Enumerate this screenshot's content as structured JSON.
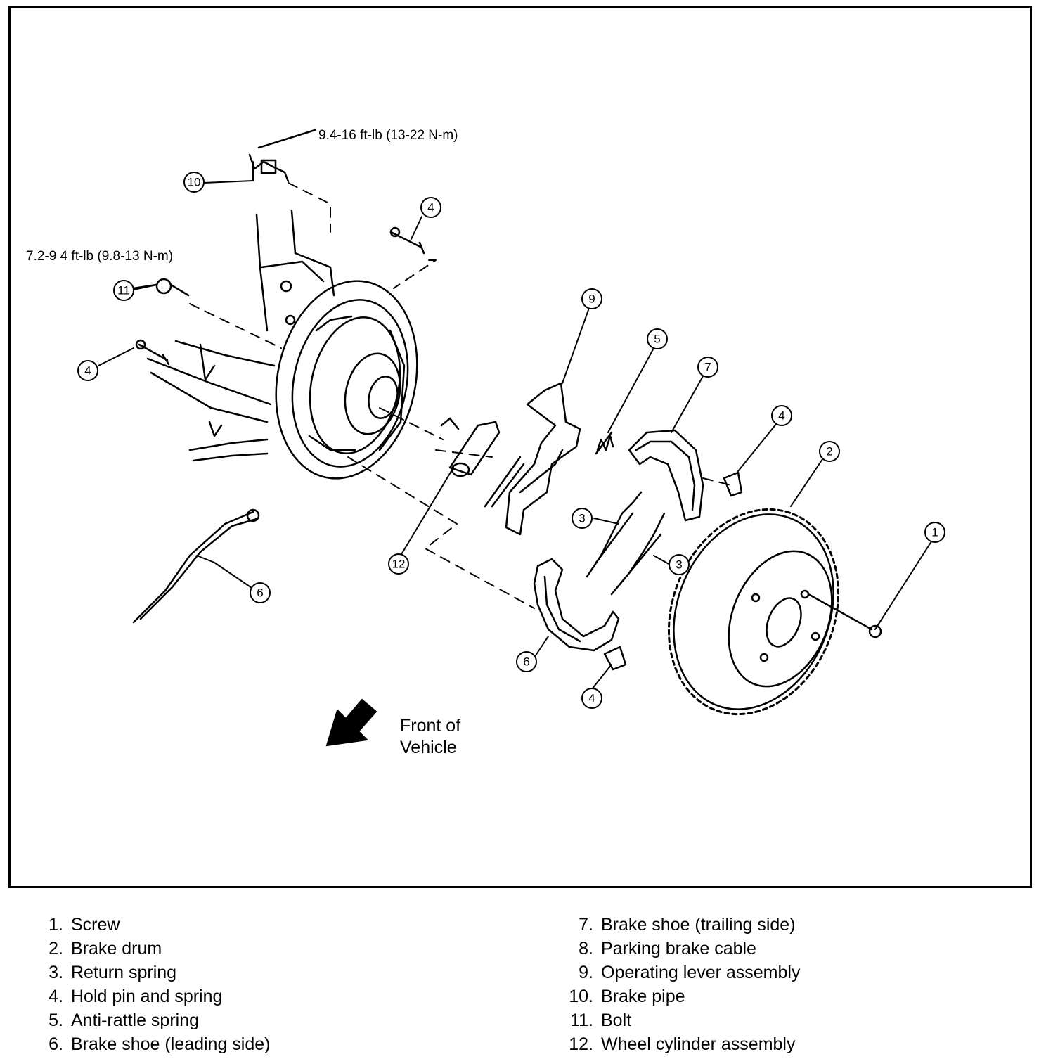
{
  "torque_specs": {
    "brake_pipe": "9.4-16 ft-lb (13-22 N-m)",
    "bolt": "7.2-9 4 ft-lb (9.8-13 N-m)"
  },
  "front_label": [
    "Front of",
    "Vehicle"
  ],
  "callouts": {
    "c1": "1",
    "c2": "2",
    "c3a": "3",
    "c3b": "3",
    "c4a": "4",
    "c4b": "4",
    "c4c": "4",
    "c4d": "4",
    "c5": "5",
    "c6a": "6",
    "c6b": "6",
    "c7": "7",
    "c9": "9",
    "c10": "10",
    "c11": "11",
    "c12": "12"
  },
  "legend": {
    "left": [
      {
        "num": "1.",
        "label": "Screw"
      },
      {
        "num": "2.",
        "label": "Brake drum"
      },
      {
        "num": "3.",
        "label": "Return spring"
      },
      {
        "num": "4.",
        "label": "Hold pin and spring"
      },
      {
        "num": "5.",
        "label": "Anti-rattle spring"
      },
      {
        "num": "6.",
        "label": "Brake shoe (leading side)"
      }
    ],
    "right": [
      {
        "num": "7.",
        "label": "Brake shoe (trailing side)"
      },
      {
        "num": "8.",
        "label": "Parking brake cable"
      },
      {
        "num": "9.",
        "label": "Operating lever assembly"
      },
      {
        "num": "10.",
        "label": "Brake pipe"
      },
      {
        "num": "11.",
        "label": "Bolt"
      },
      {
        "num": "12.",
        "label": "Wheel cylinder assembly"
      }
    ]
  }
}
